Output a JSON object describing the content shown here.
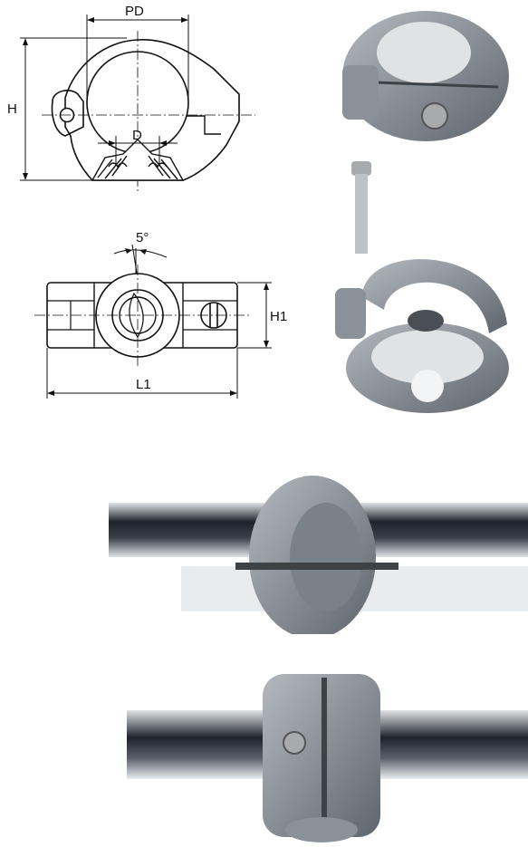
{
  "front_view": {
    "labels": {
      "pd": "PD",
      "h": "H",
      "d": "D"
    }
  },
  "top_view": {
    "labels": {
      "angle": "5°",
      "h1": "H1",
      "l1": "L1"
    }
  },
  "colors": {
    "line": "#111111",
    "clamp_gray": "#8a9199",
    "clamp_dark": "#5e656c",
    "clamp_light": "#b3b9bf",
    "pipe_dark": "#1e242c",
    "pipe_light": "#dfe3e6",
    "screw": "#a8abae"
  }
}
